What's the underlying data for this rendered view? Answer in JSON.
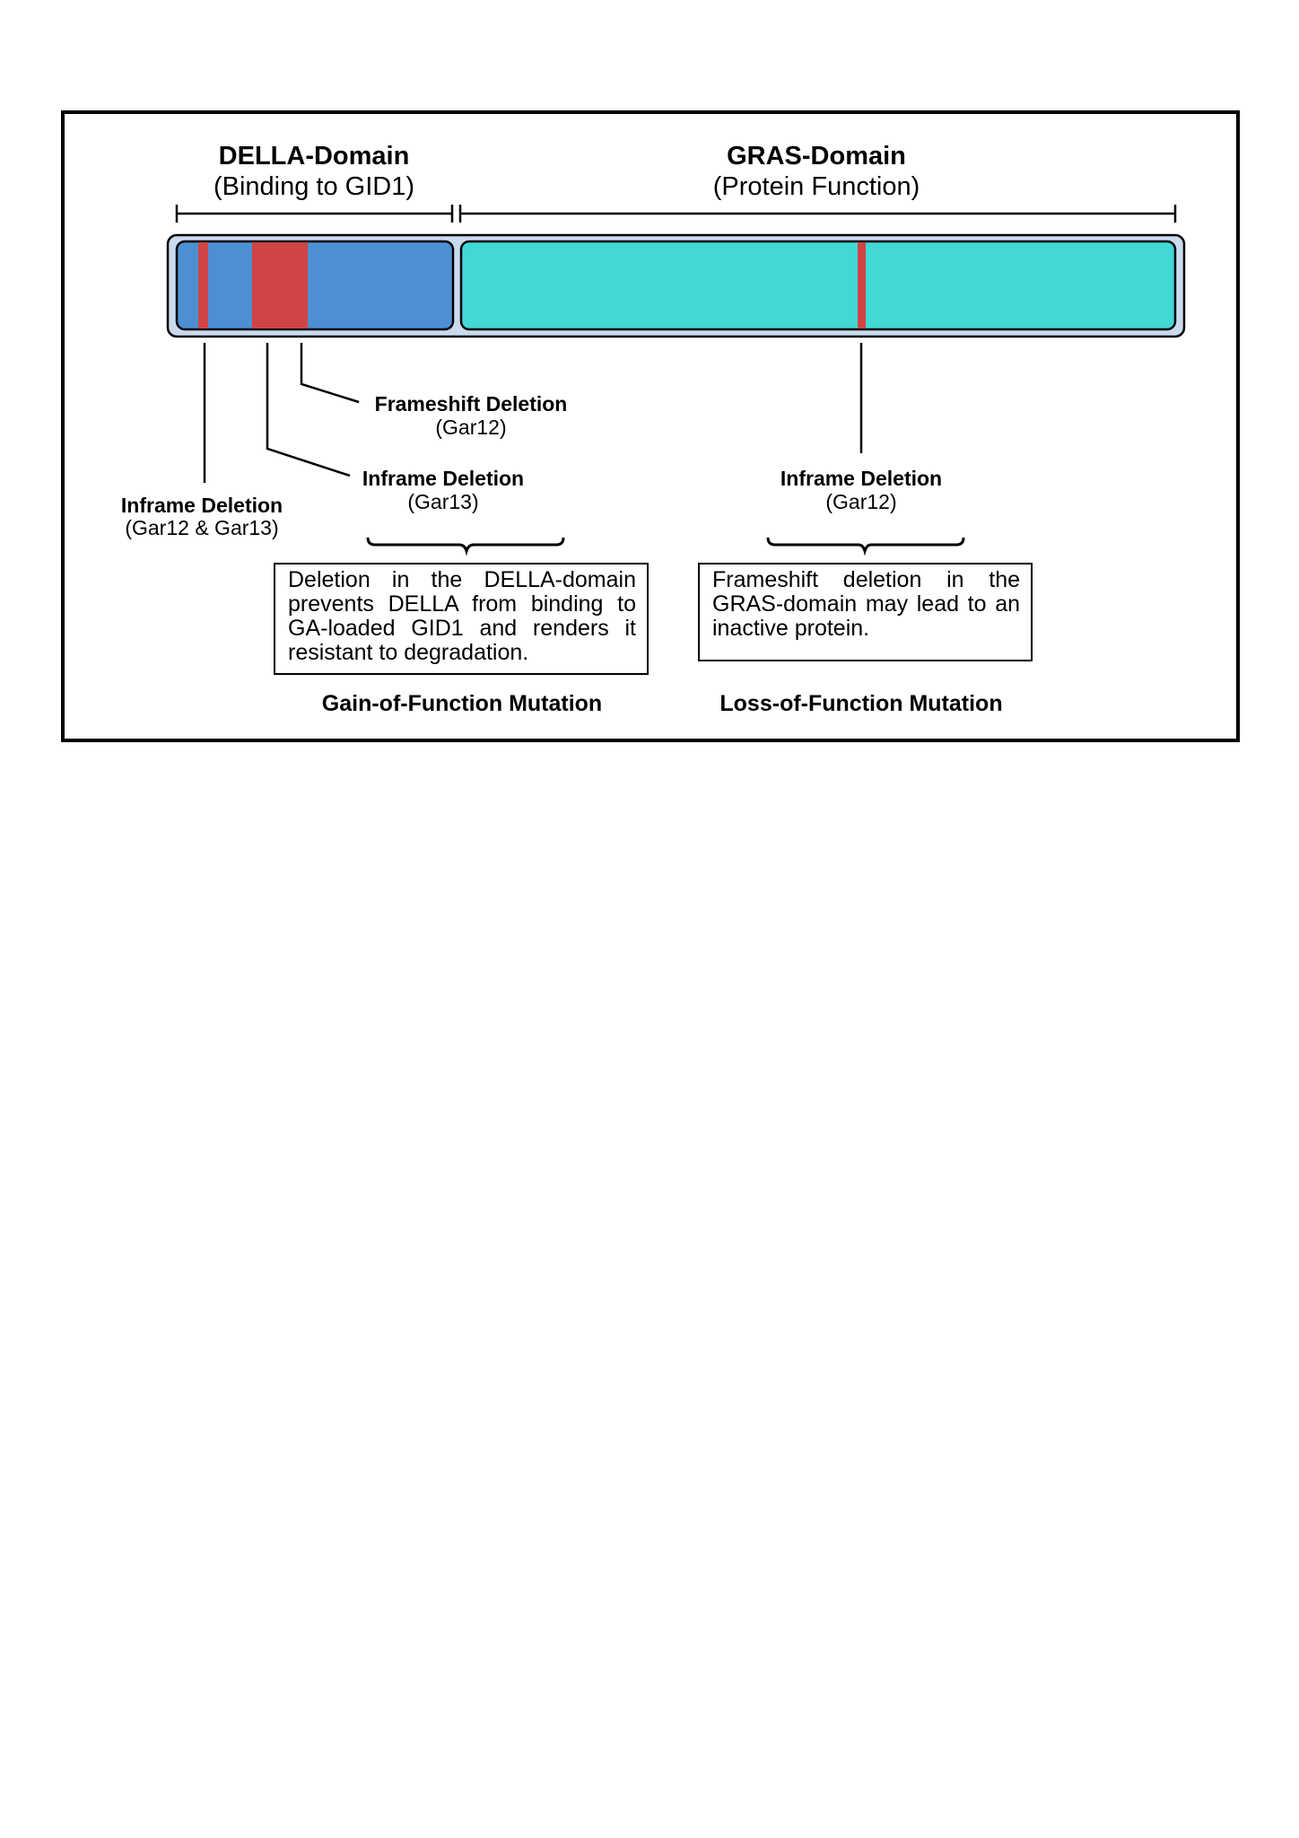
{
  "domains": {
    "della": {
      "title": "DELLA-Domain",
      "subtitle": "(Binding to GID1)"
    },
    "gras": {
      "title": "GRAS-Domain",
      "subtitle": "(Protein Function)"
    }
  },
  "colors": {
    "della_domain": "#4e8fd4",
    "gras_domain": "#41d8d6",
    "deletion_marker": "#d14444",
    "protein_outline_fill": "#c9dbef"
  },
  "mutations": [
    {
      "name": "Inframe Deletion",
      "detail": "(Gar12 & Gar13)"
    },
    {
      "name": "Inframe Deletion",
      "detail": "(Gar13)"
    },
    {
      "name": "Frameshift Deletion",
      "detail": "(Gar12)"
    },
    {
      "name": "Inframe Deletion",
      "detail": "(Gar12)"
    }
  ],
  "descriptions": {
    "gain": "Deletion in the DELLA-domain prevents DELLA from binding to GA-loaded GID1 and renders it resistant to degradation.",
    "loss": "Frameshift deletion in the GRAS-domain may lead to an inactive protein."
  },
  "categories": {
    "gain": "Gain-of-Function Mutation",
    "loss": "Loss-of-Function Mutation"
  }
}
